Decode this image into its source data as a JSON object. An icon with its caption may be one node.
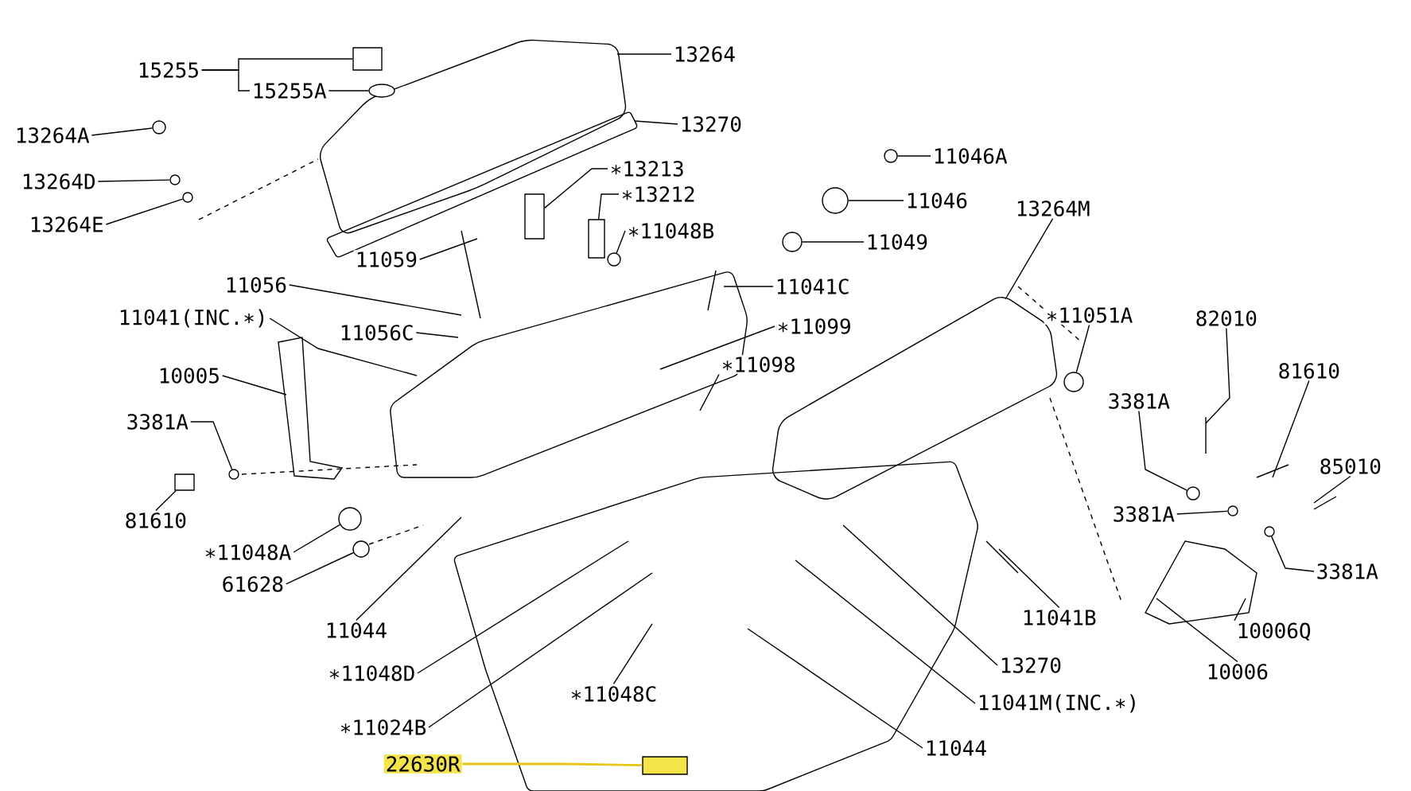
{
  "diagram": {
    "nodes": [
      {
        "text": [
          "15255"
        ]
      },
      {
        "text": [
          "15255A"
        ]
      },
      {
        "text": [
          "13264"
        ]
      },
      {
        "text": [
          "13264A"
        ]
      },
      {
        "text": [
          "13270"
        ]
      },
      {
        "text": [
          "13264D"
        ]
      },
      {
        "text": [
          "∗13213"
        ]
      },
      {
        "text": [
          "13264E"
        ]
      },
      {
        "text": [
          "∗13212"
        ]
      },
      {
        "text": [
          "∗11048B"
        ]
      },
      {
        "text": [
          "11059"
        ]
      },
      {
        "text": [
          "11056"
        ]
      },
      {
        "text": [
          "11041(INC.∗)"
        ]
      },
      {
        "text": [
          "11056C"
        ]
      },
      {
        "text": [
          "10005"
        ]
      },
      {
        "text": [
          "3381A"
        ]
      },
      {
        "text": [
          "81610"
        ]
      },
      {
        "text": [
          "∗11048A"
        ]
      },
      {
        "text": [
          "61628"
        ]
      },
      {
        "text": [
          "11044"
        ]
      },
      {
        "text": [
          "∗11048D"
        ]
      },
      {
        "text": [
          "∗11048C"
        ]
      },
      {
        "text": [
          "∗11024B"
        ]
      },
      {
        "text": [
          "22630R"
        ]
      },
      {
        "text": [
          "11046A"
        ]
      },
      {
        "text": [
          "11046"
        ]
      },
      {
        "text": [
          "11049"
        ]
      },
      {
        "text": [
          "11041C"
        ]
      },
      {
        "text": [
          "13264M"
        ]
      },
      {
        "text": [
          "∗11099"
        ]
      },
      {
        "text": [
          "∗11051A"
        ]
      },
      {
        "text": [
          "82010"
        ]
      },
      {
        "text": [
          "∗11098"
        ]
      },
      {
        "text": [
          "81610"
        ]
      },
      {
        "text": [
          "3381A"
        ]
      },
      {
        "text": [
          "85010"
        ]
      },
      {
        "text": [
          "3381A"
        ]
      },
      {
        "text": [
          "3381A"
        ]
      },
      {
        "text": [
          "11041B"
        ]
      },
      {
        "text": [
          "10006Q"
        ]
      },
      {
        "text": [
          "13270"
        ]
      },
      {
        "text": [
          "10006"
        ]
      },
      {
        "text": [
          "11041M(INC.∗)"
        ]
      },
      {
        "text": [
          "11044"
        ]
      },
      {
        "text": [],
        "shape": "box"
      },
      {
        "text": [],
        "shape": "circle"
      },
      {
        "text": [],
        "shape": "circle"
      },
      {
        "text": [],
        "shape": "circle"
      },
      {
        "text": [],
        "shape": "circle"
      },
      {
        "text": [],
        "shape": "box"
      },
      {
        "text": [],
        "shape": "box"
      },
      {
        "text": [],
        "shape": "circle"
      },
      {
        "text": [],
        "shape": "circle"
      },
      {
        "text": [],
        "shape": "circle"
      },
      {
        "text": [],
        "shape": "circle"
      },
      {
        "text": [],
        "shape": "circle"
      },
      {
        "text": [],
        "shape": "circle"
      },
      {
        "text": [],
        "shape": "box"
      },
      {
        "text": [],
        "shape": "circle"
      },
      {
        "text": [],
        "shape": "circle"
      },
      {
        "text": [],
        "shape": "circle"
      },
      {
        "text": [],
        "shape": "circle"
      },
      {
        "text": [],
        "shape": "circle"
      },
      {
        "text": [],
        "shape": "box"
      }
    ],
    "edges": [
      {
        "from": 0,
        "to": 44,
        "arrow": "none"
      },
      {
        "from": 1,
        "to": 45,
        "arrow": "none"
      },
      {
        "from": 2,
        "to": null,
        "arrow": "none"
      },
      {
        "from": 3,
        "to": 46,
        "arrow": "none"
      },
      {
        "from": 4,
        "to": null,
        "arrow": "none"
      },
      {
        "from": 5,
        "to": 47,
        "arrow": "none"
      },
      {
        "from": 6,
        "to": 49,
        "arrow": "none"
      },
      {
        "from": 7,
        "to": 48,
        "arrow": "none"
      },
      {
        "from": 8,
        "to": 50,
        "arrow": "none"
      },
      {
        "from": 9,
        "to": 51,
        "arrow": "none"
      },
      {
        "from": 10,
        "to": null,
        "arrow": "none"
      },
      {
        "from": 11,
        "to": null,
        "arrow": "none"
      },
      {
        "from": 12,
        "to": null,
        "arrow": "none"
      },
      {
        "from": 13,
        "to": null,
        "arrow": "none"
      },
      {
        "from": 14,
        "to": null,
        "arrow": "none"
      },
      {
        "from": 15,
        "to": 56,
        "arrow": "none"
      },
      {
        "from": 16,
        "to": 57,
        "arrow": "none"
      },
      {
        "from": 17,
        "to": 58,
        "arrow": "none"
      },
      {
        "from": 18,
        "to": 59,
        "arrow": "none"
      },
      {
        "from": 19,
        "to": null,
        "arrow": "none"
      },
      {
        "from": 20,
        "to": null,
        "arrow": "none"
      },
      {
        "from": 21,
        "to": null,
        "arrow": "none"
      },
      {
        "from": 22,
        "to": null,
        "arrow": "none"
      },
      {
        "from": 23,
        "to": 63,
        "arrow": "none",
        "color": "#e6c619"
      },
      {
        "from": 24,
        "to": 52,
        "arrow": "none"
      },
      {
        "from": 25,
        "to": 53,
        "arrow": "none"
      },
      {
        "from": 26,
        "to": 54,
        "arrow": "none"
      },
      {
        "from": 27,
        "to": null,
        "arrow": "none"
      },
      {
        "from": 28,
        "to": null,
        "arrow": "none"
      },
      {
        "from": 29,
        "to": null,
        "arrow": "none"
      },
      {
        "from": 30,
        "to": 55,
        "arrow": "none"
      },
      {
        "from": 31,
        "to": null,
        "arrow": "none"
      },
      {
        "from": 32,
        "to": null,
        "arrow": "none"
      },
      {
        "from": 33,
        "to": null,
        "arrow": "none"
      },
      {
        "from": 34,
        "to": 60,
        "arrow": "none"
      },
      {
        "from": 35,
        "to": null,
        "arrow": "none"
      },
      {
        "from": 36,
        "to": 61,
        "arrow": "none"
      },
      {
        "from": 37,
        "to": 62,
        "arrow": "none"
      },
      {
        "from": 38,
        "to": null,
        "arrow": "none"
      },
      {
        "from": 39,
        "to": null,
        "arrow": "none"
      },
      {
        "from": 40,
        "to": null,
        "arrow": "none"
      },
      {
        "from": 41,
        "to": null,
        "arrow": "none"
      },
      {
        "from": 42,
        "to": null,
        "arrow": "none"
      },
      {
        "from": 43,
        "to": null,
        "arrow": "none"
      },
      {
        "from": 0,
        "to": 1,
        "arrow": "none"
      }
    ]
  }
}
